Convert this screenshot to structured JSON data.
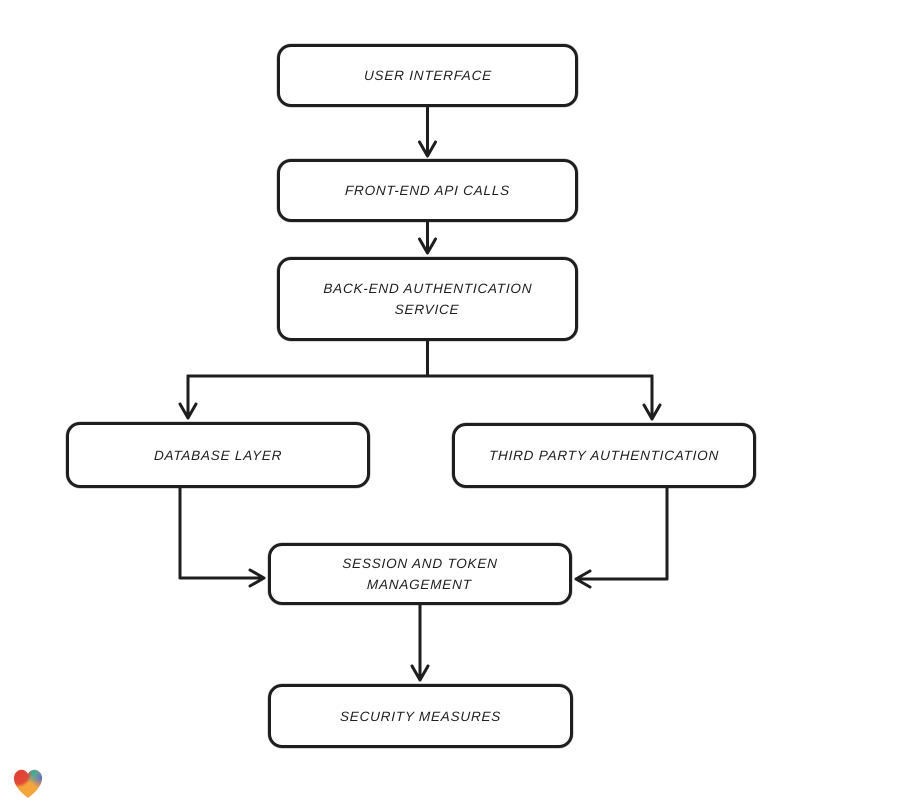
{
  "diagram": {
    "title": "Authentication architecture flowchart",
    "style": "hand-drawn",
    "colors": {
      "background": "#ffffff",
      "node_fill": "#ffffff",
      "stroke": "#1e1e1e",
      "text": "#1e1e1e"
    },
    "nodes": [
      {
        "id": "user-interface",
        "label": "USER INTERFACE"
      },
      {
        "id": "front-end-api-calls",
        "label": "FRONT-END API CALLS"
      },
      {
        "id": "back-end-authentication-service",
        "label": "BACK-END AUTHENTICATION\nSERVICE"
      },
      {
        "id": "database-layer",
        "label": "DATABASE LAYER"
      },
      {
        "id": "third-party-authentication",
        "label": "THIRD PARTY AUTHENTICATION"
      },
      {
        "id": "session-and-token-management",
        "label": "SESSION AND TOKEN\nMANAGEMENT"
      },
      {
        "id": "security-measures",
        "label": "SECURITY MEASURES"
      }
    ],
    "edges": [
      {
        "from": "user-interface",
        "to": "front-end-api-calls"
      },
      {
        "from": "front-end-api-calls",
        "to": "back-end-authentication-service"
      },
      {
        "from": "back-end-authentication-service",
        "to": "database-layer"
      },
      {
        "from": "back-end-authentication-service",
        "to": "third-party-authentication"
      },
      {
        "from": "database-layer",
        "to": "session-and-token-management"
      },
      {
        "from": "third-party-authentication",
        "to": "session-and-token-management"
      },
      {
        "from": "session-and-token-management",
        "to": "security-measures"
      }
    ]
  },
  "branding": {
    "logo": "heart-logo",
    "colors": {
      "red": "#E23B34",
      "teal": "#27AFA6",
      "blue": "#5667D9",
      "orange": "#F5A53B"
    }
  }
}
